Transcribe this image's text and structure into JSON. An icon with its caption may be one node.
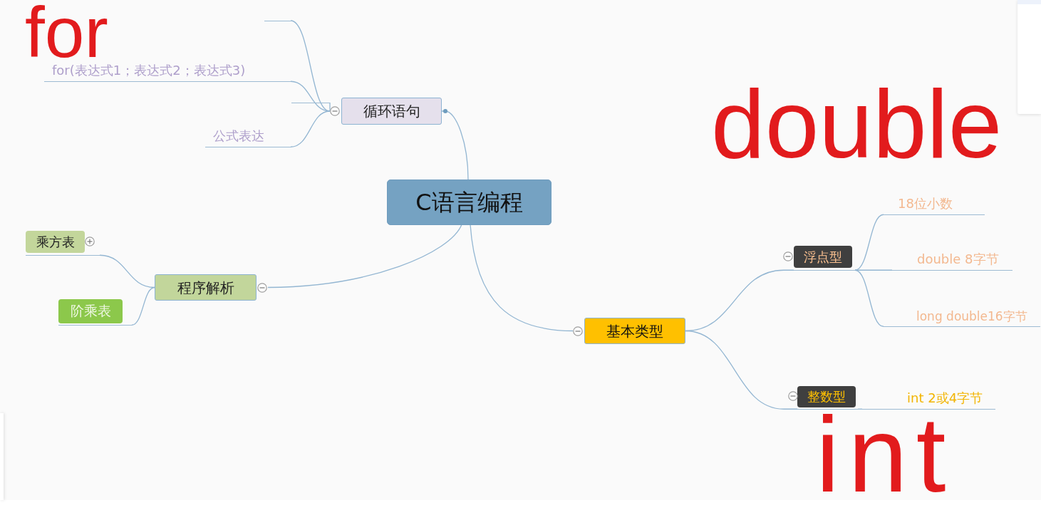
{
  "diagram": {
    "nodes": [
      {
        "text": [
          "C语言编程"
        ]
      },
      {
        "text": [
          "循环语句"
        ]
      },
      {
        "text": [],
        "shape": "line"
      },
      {
        "text": [
          "for(表达式1；表达式2；表达式3)"
        ]
      },
      {
        "text": [],
        "shape": "line"
      },
      {
        "text": [
          "公式表达"
        ]
      },
      {
        "text": [
          "程序解析"
        ]
      },
      {
        "text": [
          "乘方表"
        ]
      },
      {
        "text": [
          "阶乘表"
        ]
      },
      {
        "text": [
          "基本类型"
        ]
      },
      {
        "text": [
          "浮点型"
        ]
      },
      {
        "text": [
          "18位小数"
        ]
      },
      {
        "text": [
          "double 8字节"
        ]
      },
      {
        "text": [
          "long double16字节"
        ]
      },
      {
        "text": [
          "整数型"
        ]
      },
      {
        "text": [
          "int 2或4字节"
        ]
      }
    ],
    "edges": [
      {
        "from": 0,
        "to": 1,
        "arrow": "other"
      },
      {
        "from": 1,
        "to": 2,
        "arrow": "none"
      },
      {
        "from": 1,
        "to": 3,
        "arrow": "none"
      },
      {
        "from": 1,
        "to": 4,
        "arrow": "none"
      },
      {
        "from": 1,
        "to": 5,
        "arrow": "none"
      },
      {
        "from": 0,
        "to": 6,
        "arrow": "none"
      },
      {
        "from": 0,
        "to": 9,
        "arrow": "none"
      },
      {
        "from": 6,
        "to": 7,
        "arrow": "none"
      },
      {
        "from": 6,
        "to": 8,
        "arrow": "none"
      },
      {
        "from": 9,
        "to": 10,
        "arrow": "none"
      },
      {
        "from": 10,
        "to": 11,
        "arrow": "none"
      },
      {
        "from": 10,
        "to": 12,
        "arrow": "none"
      },
      {
        "from": 10,
        "to": 13,
        "arrow": "none"
      },
      {
        "from": 9,
        "to": 14,
        "arrow": "none"
      },
      {
        "from": 14,
        "to": 15,
        "arrow": "none"
      }
    ],
    "labels": [
      "for",
      "double",
      "int"
    ]
  }
}
